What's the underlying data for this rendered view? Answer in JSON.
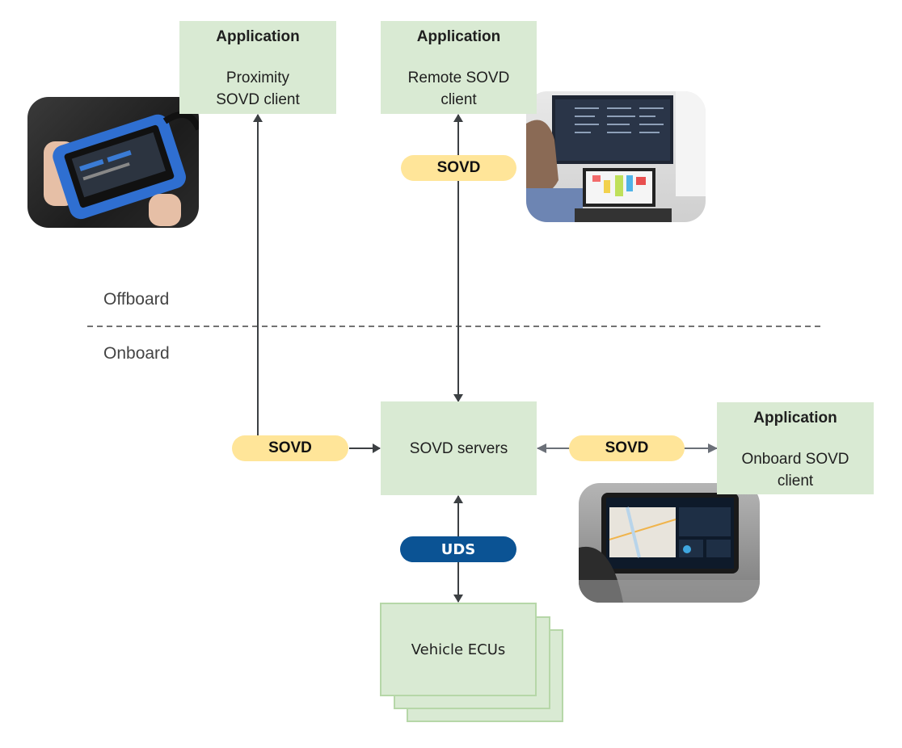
{
  "zones": {
    "offboard_label": "Offboard",
    "onboard_label": "Onboard"
  },
  "boxes": {
    "proximity_client": {
      "title": "Application",
      "body_line1": "Proximity",
      "body_line2": "SOVD client"
    },
    "remote_client": {
      "title": "Application",
      "body_line1": "Remote SOVD",
      "body_line2": "client"
    },
    "onboard_client": {
      "title": "Application",
      "body_line1": "Onboard SOVD",
      "body_line2": "client"
    },
    "sovd_servers": {
      "label": "SOVD servers"
    },
    "vehicle_ecus": {
      "label": "Vehicle ECUs"
    }
  },
  "protocols": {
    "remote": "SOVD",
    "proximity": "SOVD",
    "onboard": "SOVD",
    "ecu": "UDS"
  },
  "photos": {
    "proximity": "handheld-diagnostic-tablet-photo",
    "remote": "engineer-at-workstation-photo",
    "onboard": "vehicle-infotainment-screen-photo"
  },
  "colors": {
    "box_fill": "#d9ead3",
    "sovd_pill": "#ffe599",
    "uds_pill": "#0b5394",
    "arrow": "#3c4043",
    "arrow_light": "#6b7078"
  }
}
